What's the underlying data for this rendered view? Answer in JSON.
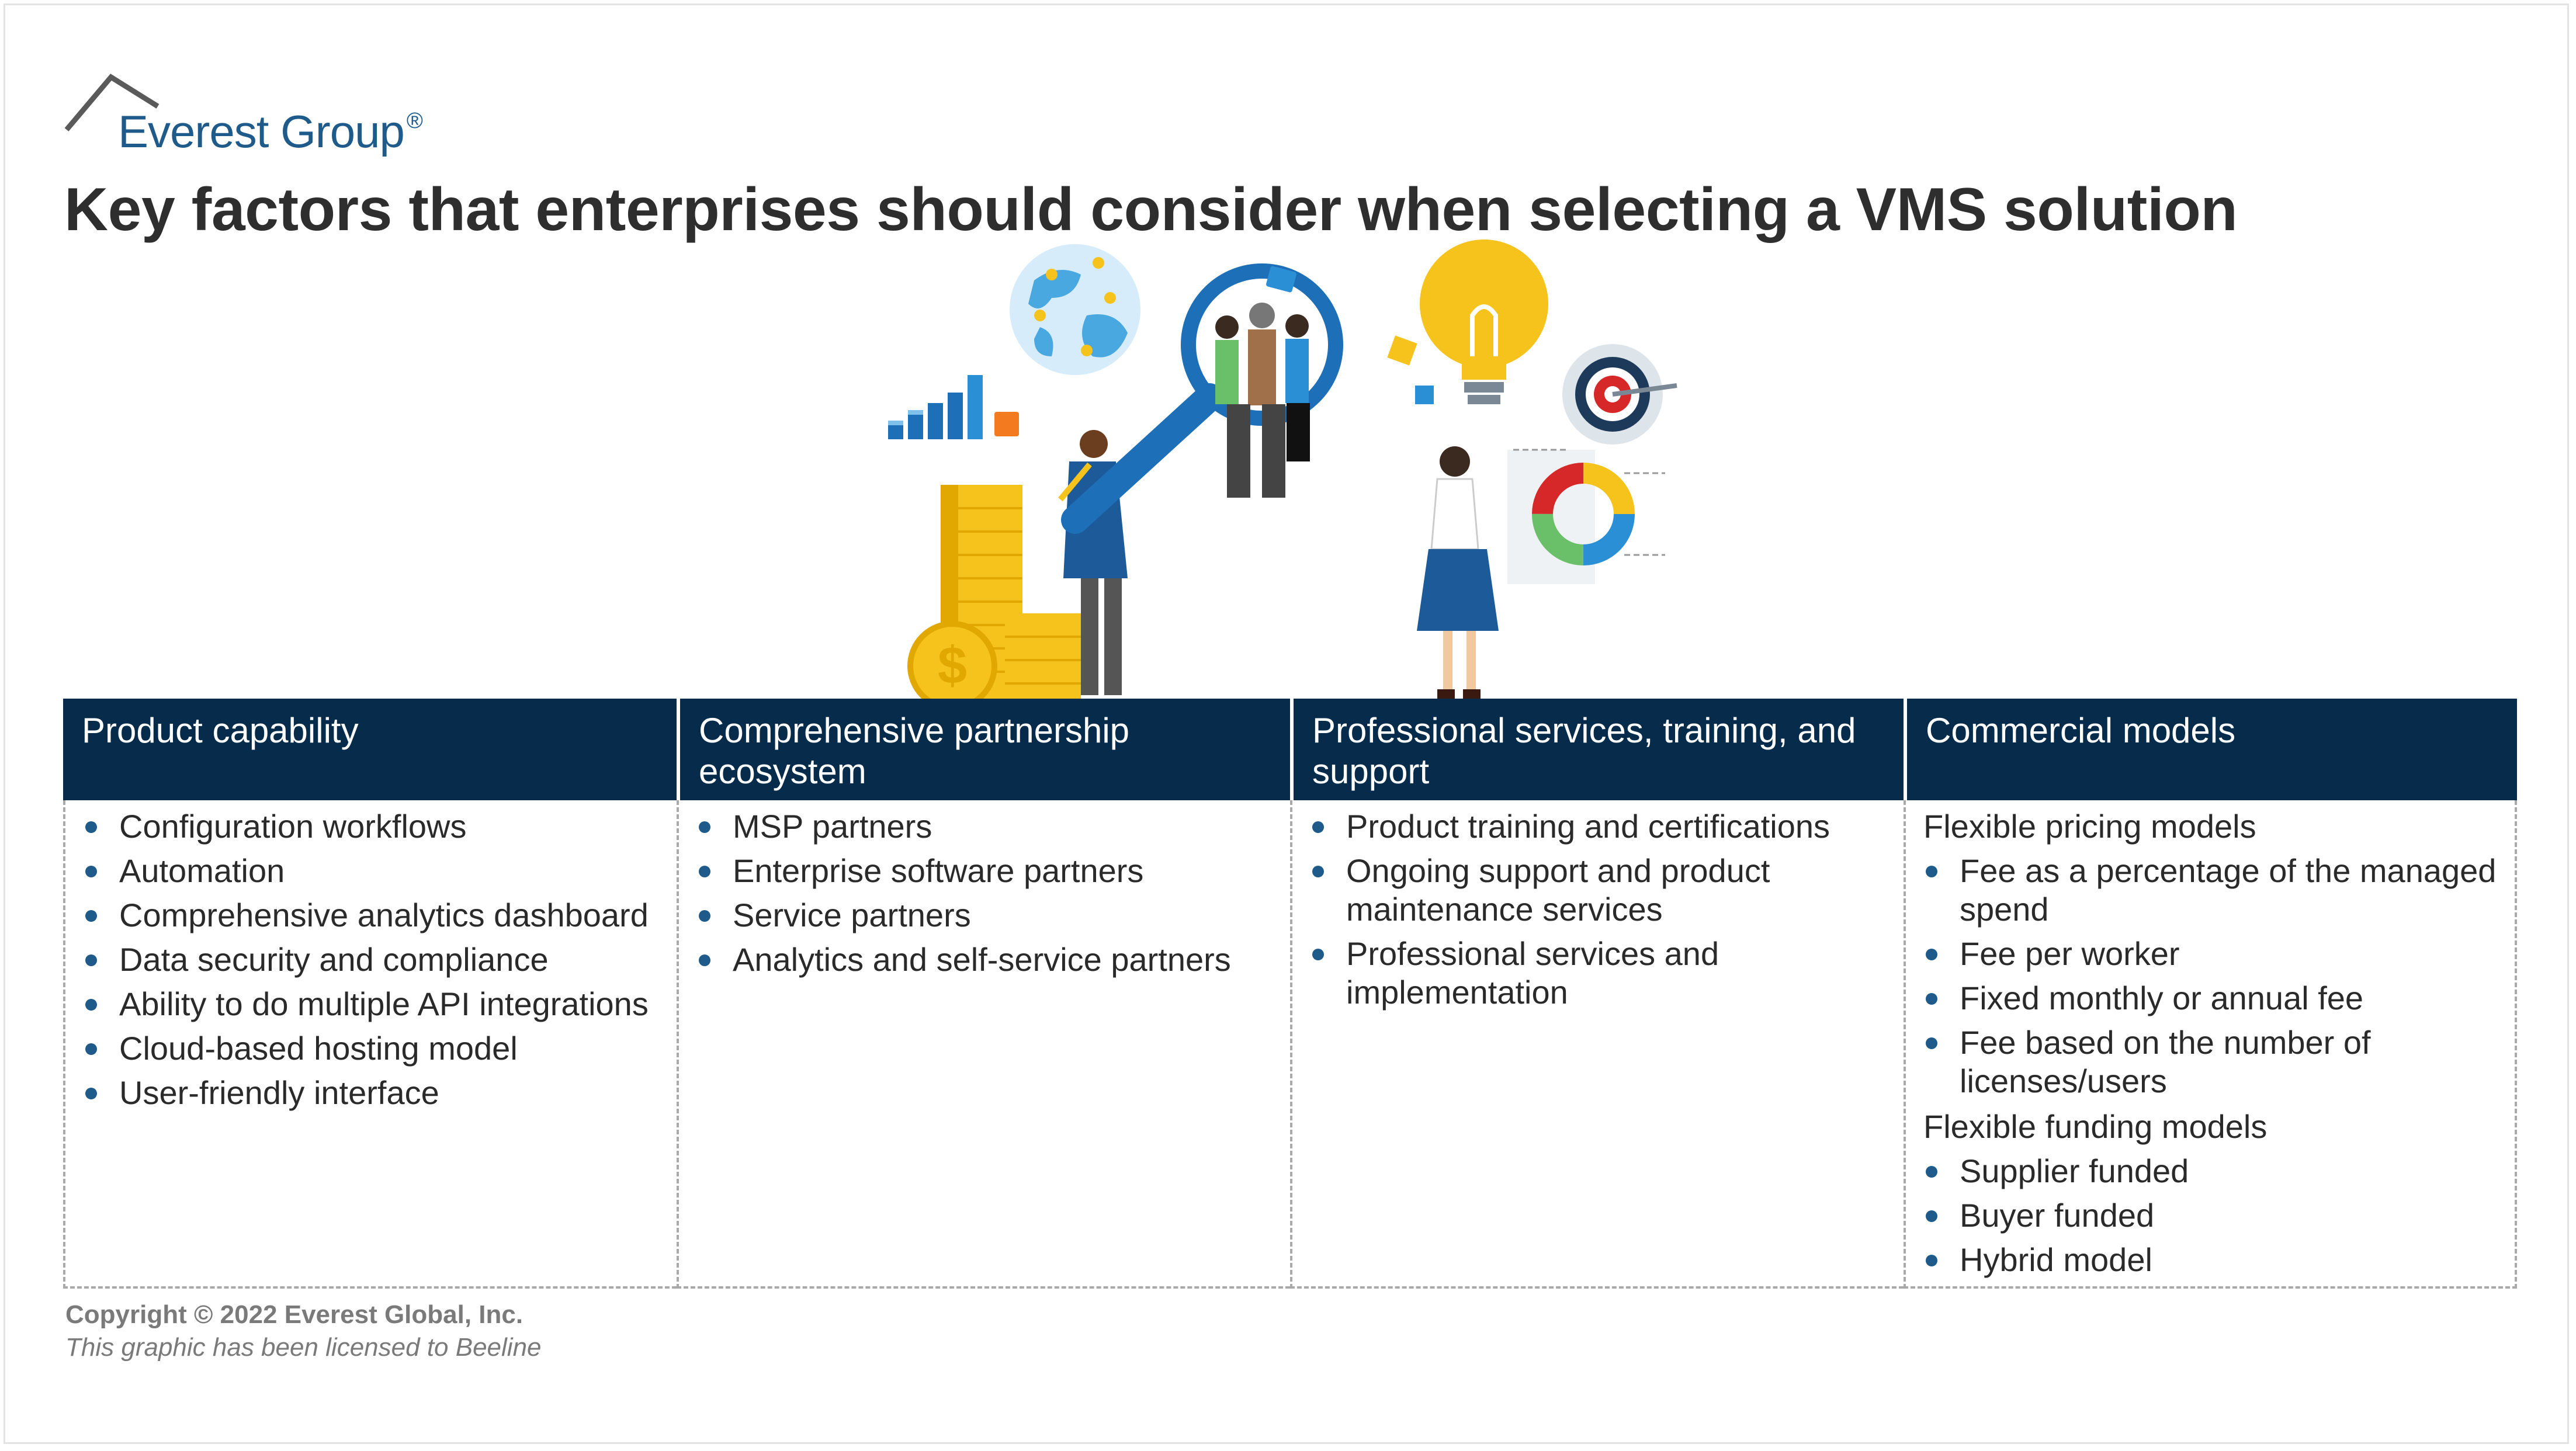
{
  "brand": {
    "name": "Everest Group",
    "reg": "®"
  },
  "title": "Key factors that enterprises should consider when selecting a VMS solution",
  "colors": {
    "header_bg": "#072b4a",
    "bullet": "#1e5a8a",
    "brand_blue": "#1e5a8a",
    "gold": "#f5c31c",
    "accent_blue": "#2b8fd6"
  },
  "illustration": {
    "icons": [
      "globe-icon",
      "bar-chart-icon",
      "coin-stack-icon",
      "dollar-coin-icon",
      "magnifier-icon",
      "people-group-icon",
      "lightbulb-icon",
      "target-icon",
      "donut-chart-icon",
      "businessman-figure",
      "businesswoman-figure"
    ],
    "coin_symbol": "$"
  },
  "columns": [
    {
      "header": "Product capability",
      "items": [
        "Configuration workflows",
        "Automation",
        "Comprehensive analytics dashboard",
        "Data security and compliance",
        "Ability to do multiple API integrations",
        "Cloud-based hosting model",
        "User-friendly interface"
      ]
    },
    {
      "header": "Comprehensive partnership ecosystem",
      "items": [
        "MSP partners",
        "Enterprise software partners",
        "Service partners",
        "Analytics and self-service partners"
      ]
    },
    {
      "header": "Professional services, training, and support",
      "items": [
        "Product training and certifications",
        "Ongoing support and product maintenance services",
        "Professional services and implementation"
      ]
    },
    {
      "header": "Commercial models",
      "groups": [
        {
          "title": "Flexible pricing models",
          "items": [
            "Fee as a percentage of the managed spend",
            "Fee per worker",
            "Fixed monthly or annual fee",
            "Fee based on the number of licenses/users"
          ]
        },
        {
          "title": "Flexible funding models",
          "items": [
            "Supplier funded",
            "Buyer funded",
            "Hybrid model"
          ]
        }
      ]
    }
  ],
  "footer": {
    "copyright": "Copyright © 2022 Everest Global, Inc.",
    "license": "This graphic has been licensed to Beeline"
  }
}
